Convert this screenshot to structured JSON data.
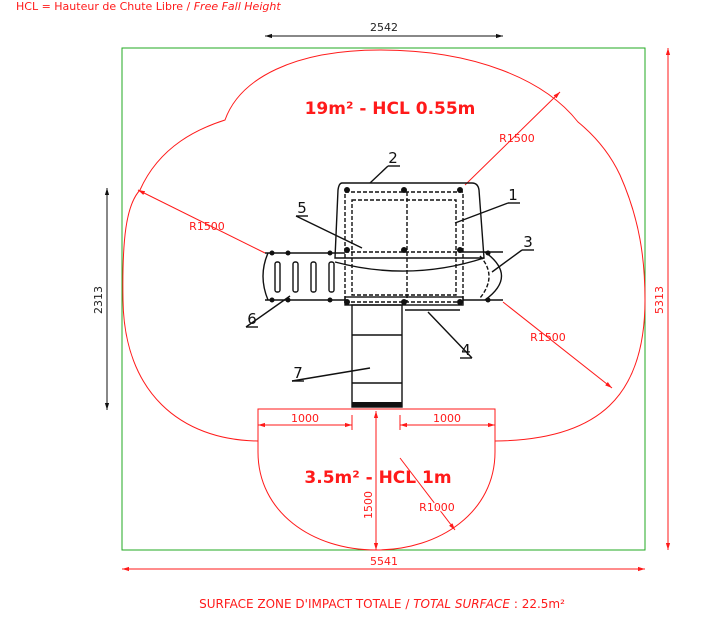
{
  "legend": {
    "prefix": "HCL = Hauteur de Chute Libre / ",
    "english": "Free Fall Height"
  },
  "zones": {
    "upper": "19m² - HCL 0.55m",
    "lower": "3.5m² - HCL 1m"
  },
  "dimensions": {
    "top_width": "2542",
    "left_height": "2313",
    "right_height": "5313",
    "total_width": "5541",
    "lower_left": "1000",
    "lower_right": "1000",
    "lower_depth": "1500",
    "radius_top_right": "R1500",
    "radius_left": "R1500",
    "radius_right": "R1500",
    "radius_lower": "R1000"
  },
  "parts": [
    "1",
    "2",
    "3",
    "4",
    "5",
    "6",
    "7"
  ],
  "footer": {
    "prefix": "SURFACE ZONE D'IMPACT TOTALE / ",
    "english": "TOTAL SURFACE",
    "value": " : 22.5m²"
  },
  "colors": {
    "zone": "#ff1a1a",
    "boundary": "#22aa22",
    "equipment": "#111111"
  }
}
